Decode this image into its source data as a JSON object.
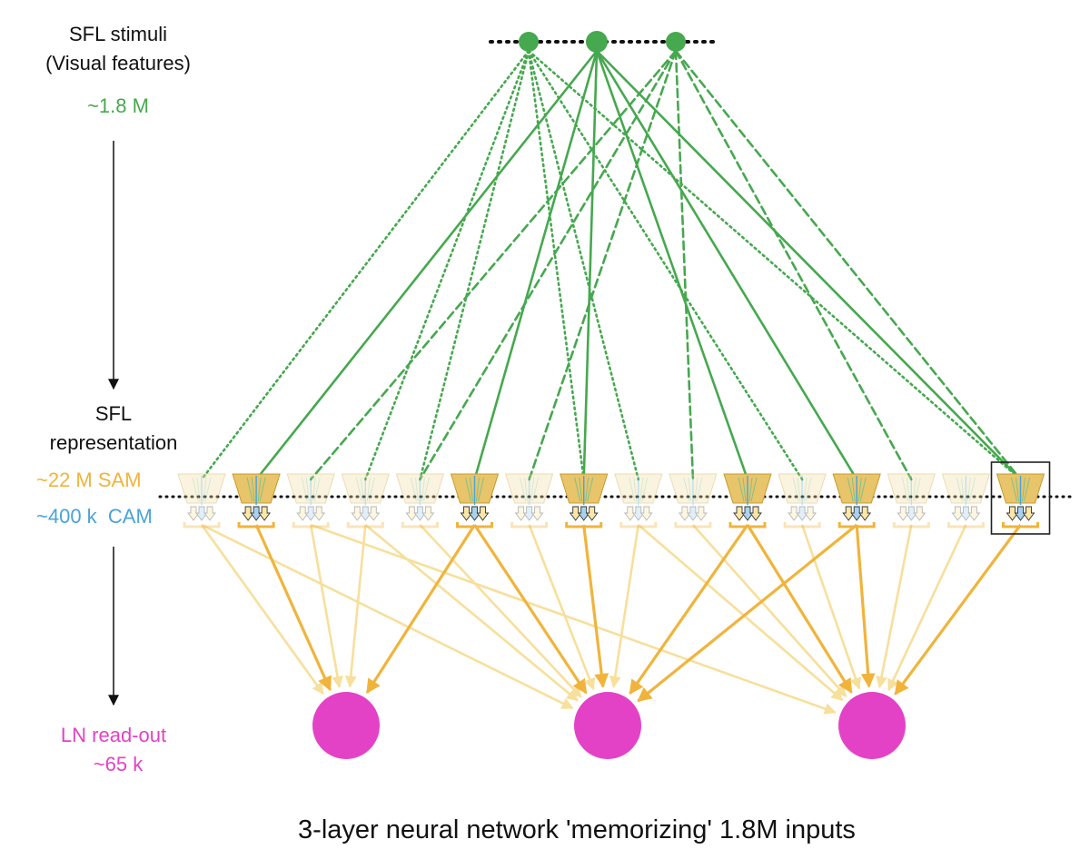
{
  "labels": {
    "stimuli_title_1": "SFL stimuli",
    "stimuli_title_2": "(Visual features)",
    "stimuli_count": "~1.8 M",
    "representation_title_1": "SFL",
    "representation_title_2": "representation",
    "sam_count": "~22 M SAM",
    "cam_count": "~400 k  CAM",
    "readout_title": "LN read-out",
    "readout_count": "~65 k",
    "caption": "3-layer neural network 'memorizing' 1.8M inputs"
  },
  "colors": {
    "stimulus": "#46a84f",
    "sam": "#f0b43c",
    "cam": "#4aa3d8",
    "readout": "#e442c6",
    "text": "#111111",
    "highlight_box": "#222222"
  },
  "network": {
    "stimulus_nodes": 3,
    "representation_units": 16,
    "active_units": [
      2,
      6,
      8,
      11,
      13,
      16
    ],
    "highlighted_unit": 16,
    "readout_nodes": 3,
    "stimulus_connections": [
      {
        "from": 1,
        "to": 1,
        "style": "dotted"
      },
      {
        "from": 1,
        "to": 4,
        "style": "dotted"
      },
      {
        "from": 1,
        "to": 5,
        "style": "dotted"
      },
      {
        "from": 1,
        "to": 8,
        "style": "dotted"
      },
      {
        "from": 1,
        "to": 9,
        "style": "dotted"
      },
      {
        "from": 1,
        "to": 12,
        "style": "dotted"
      },
      {
        "from": 1,
        "to": 16,
        "style": "dotted"
      },
      {
        "from": 2,
        "to": 2,
        "style": "solid"
      },
      {
        "from": 2,
        "to": 6,
        "style": "solid"
      },
      {
        "from": 2,
        "to": 8,
        "style": "solid"
      },
      {
        "from": 2,
        "to": 11,
        "style": "solid"
      },
      {
        "from": 2,
        "to": 13,
        "style": "solid"
      },
      {
        "from": 2,
        "to": 16,
        "style": "solid"
      },
      {
        "from": 3,
        "to": 3,
        "style": "dashed"
      },
      {
        "from": 3,
        "to": 5,
        "style": "dashed"
      },
      {
        "from": 3,
        "to": 7,
        "style": "dashed"
      },
      {
        "from": 3,
        "to": 10,
        "style": "dashed"
      },
      {
        "from": 3,
        "to": 14,
        "style": "dashed"
      },
      {
        "from": 3,
        "to": 16,
        "style": "dashed"
      }
    ],
    "readout_connections": [
      {
        "from": 1,
        "to": 1
      },
      {
        "from": 1,
        "to": 2
      },
      {
        "from": 2,
        "to": 1
      },
      {
        "from": 3,
        "to": 1
      },
      {
        "from": 3,
        "to": 3
      },
      {
        "from": 4,
        "to": 1
      },
      {
        "from": 4,
        "to": 2
      },
      {
        "from": 5,
        "to": 2
      },
      {
        "from": 6,
        "to": 1
      },
      {
        "from": 6,
        "to": 2
      },
      {
        "from": 7,
        "to": 2
      },
      {
        "from": 8,
        "to": 2
      },
      {
        "from": 9,
        "to": 2
      },
      {
        "from": 9,
        "to": 3
      },
      {
        "from": 10,
        "to": 3
      },
      {
        "from": 11,
        "to": 2
      },
      {
        "from": 11,
        "to": 3
      },
      {
        "from": 12,
        "to": 3
      },
      {
        "from": 13,
        "to": 2
      },
      {
        "from": 13,
        "to": 3
      },
      {
        "from": 14,
        "to": 3
      },
      {
        "from": 15,
        "to": 3
      },
      {
        "from": 16,
        "to": 3
      }
    ]
  }
}
